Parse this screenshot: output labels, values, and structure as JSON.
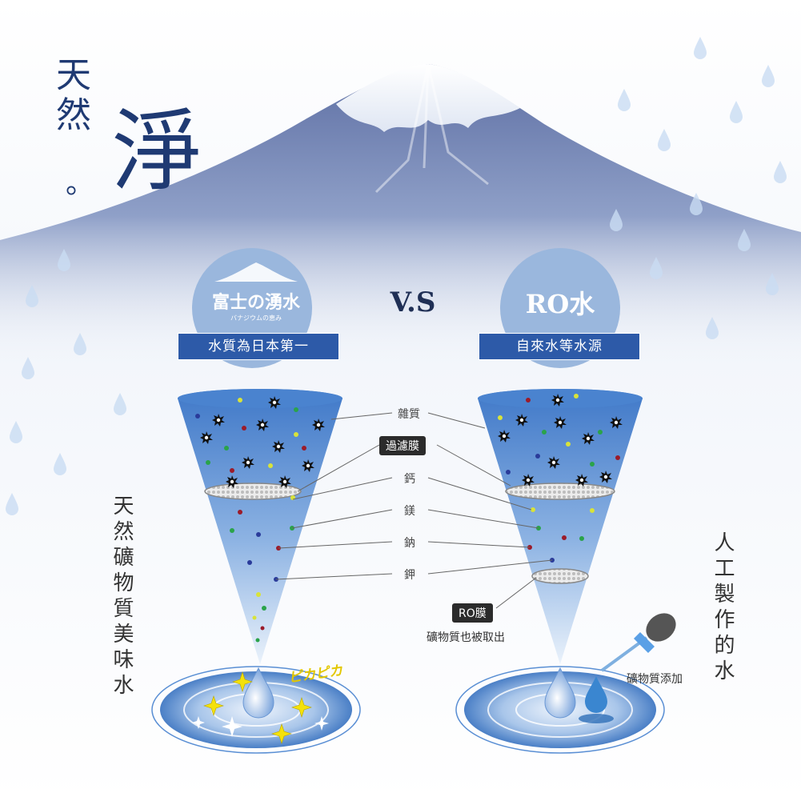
{
  "headline": {
    "line1": "天",
    "line2": "然",
    "dot": "。",
    "big": "淨"
  },
  "left": {
    "brand_logo_text": "富士の湧水",
    "brand_sub_text": "バナジウムの恵み",
    "badge": "水質為日本第一",
    "vertical_caption": "天然礦物質美味水",
    "sparkle_text": "ピカピカ"
  },
  "vs_label": "V.S",
  "right": {
    "title": "RO水",
    "badge": "自來水等水源",
    "vertical_caption": "人工製作的水",
    "ro_membrane_tag": "RO膜",
    "ro_note": "礦物質也被取出",
    "additive_note": "礦物質添加"
  },
  "labels": {
    "impurities": "雜質",
    "filter_membrane": "過濾膜",
    "calcium": "鈣",
    "magnesium": "鎂",
    "sodium": "鈉",
    "potassium": "鉀"
  },
  "colors": {
    "navy": "#1f3a73",
    "badge_blue": "#2d5aa8",
    "circle_blue": "#9ab7dd",
    "cone_top": "#3f78c8",
    "cone_bottom": "#dbe8f7",
    "calcium_yellow": "#d8e33a",
    "magnesium_green": "#2aa34a",
    "sodium_red": "#9b1b2a",
    "potassium_blue": "#2a3b9a"
  }
}
